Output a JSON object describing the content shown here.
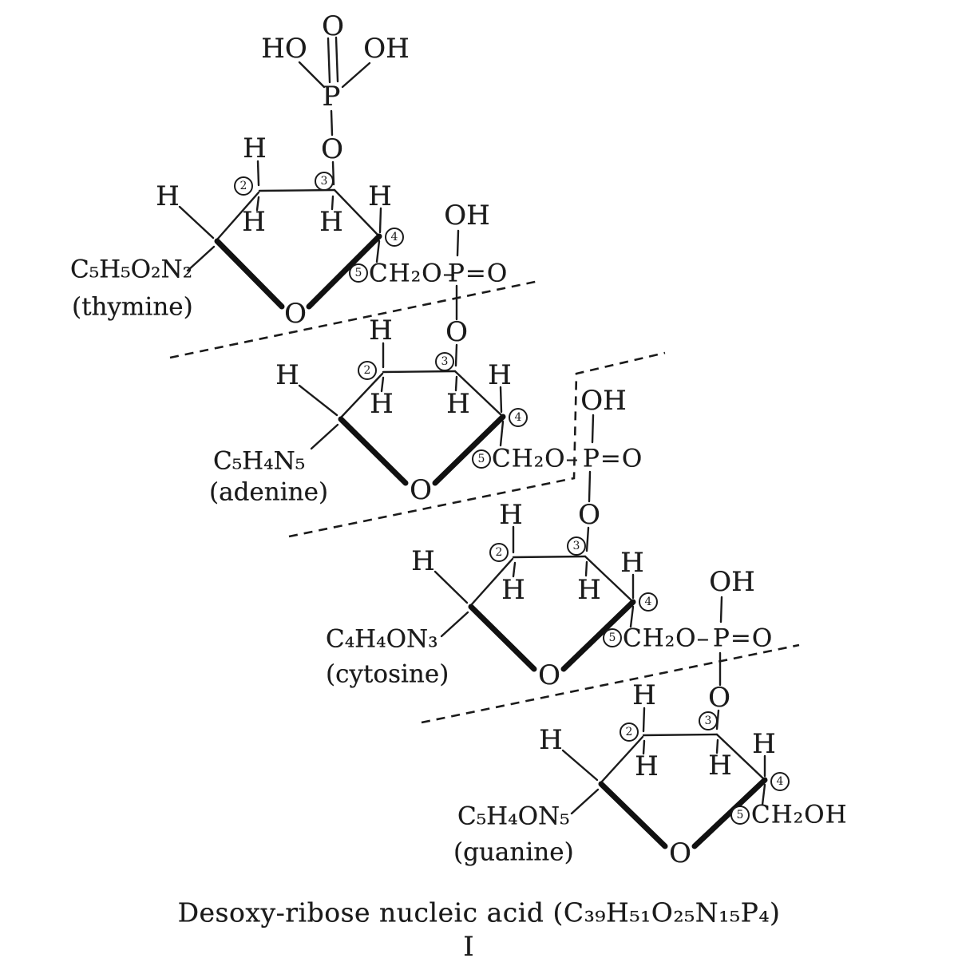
{
  "diagram": {
    "caption": "Desoxy-ribose nucleic acid (C₃₉H₅₁O₂₅N₁₅P₄)",
    "figure_numeral": "I"
  },
  "atoms": {
    "hydrogen": "H",
    "oxygen": "O",
    "phosphorus": "P",
    "hydroxyl": "OH",
    "hydroxyl_reversed": "HO"
  },
  "carbon_numbers": {
    "c2": "2",
    "c3": "3",
    "c4": "4",
    "c5": "5"
  },
  "units": [
    {
      "base_formula": "C₅H₅O₂N₂",
      "base_name": "(thymine)",
      "c5_group": "CH₂O–",
      "phosphate": "P=O"
    },
    {
      "base_formula": "C₅H₄N₅",
      "base_name": "(adenine)",
      "c5_group": "CH₂O–",
      "phosphate": "P=O"
    },
    {
      "base_formula": "C₄H₄ON₃",
      "base_name": "(cytosine)",
      "c5_group": "CH₂O–",
      "phosphate": "P=O"
    },
    {
      "base_formula": "C₅H₄ON₅",
      "base_name": "(guanine)",
      "c5_group": "CH₂OH"
    }
  ]
}
